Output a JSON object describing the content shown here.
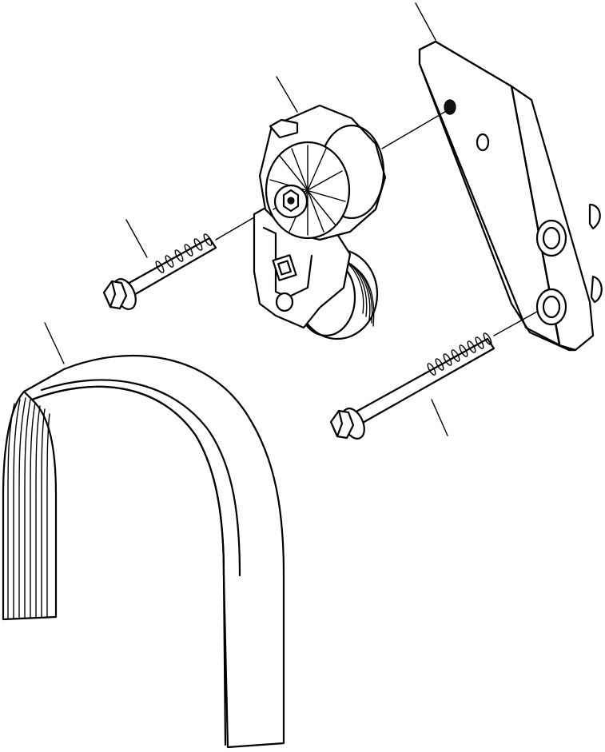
{
  "diagram": {
    "parts": [
      {
        "id": "mounting-bracket",
        "callout": ""
      },
      {
        "id": "belt-tensioner",
        "callout": ""
      },
      {
        "id": "short-bolt",
        "callout": ""
      },
      {
        "id": "drive-belt",
        "callout": ""
      },
      {
        "id": "long-bolt",
        "callout": ""
      }
    ],
    "colors": {
      "ink": "#000000",
      "paper": "#ffffff"
    }
  }
}
